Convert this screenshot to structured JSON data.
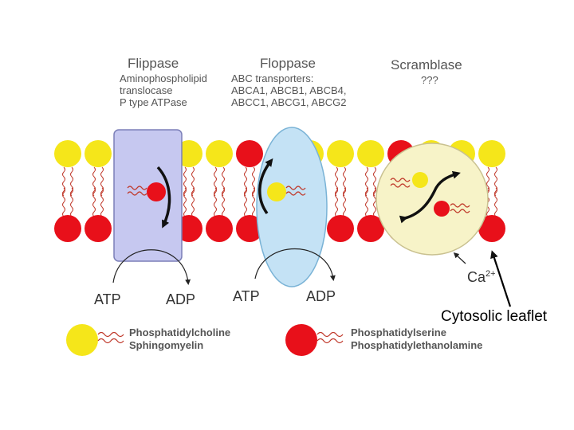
{
  "flippase": {
    "title": "Flippase",
    "desc": "Aminophospholipid\ntranslocase\nP type ATPase"
  },
  "floppase": {
    "title": "Floppase",
    "desc": "ABC transporters:\nABCA1, ABCB1, ABCB4,\nABCC1, ABCG1, ABCG2"
  },
  "scramblase": {
    "title": "Scramblase",
    "desc": "???"
  },
  "energy": {
    "atp_left": "ATP",
    "adp_left": "ADP",
    "atp_right": "ATP",
    "adp_right": "ADP"
  },
  "calcium": {
    "base": "Ca",
    "charge": "2+"
  },
  "callout": "Cytosolic leaflet",
  "legend": {
    "yellow_lipids": "Phosphatidylcholine\nSphingomyelin",
    "red_lipids": "Phosphatidylserine\nPhosphatidylethanolamine"
  },
  "colors": {
    "outer_leaflet_lipid": "#f5e61a",
    "inner_leaflet_lipid": "#e8101a",
    "flippase_fill": "#c6c8f0",
    "floppase_fill": "#c4e2f5",
    "scramblase_fill": "#f7f3c8",
    "text_gray": "#555555"
  }
}
